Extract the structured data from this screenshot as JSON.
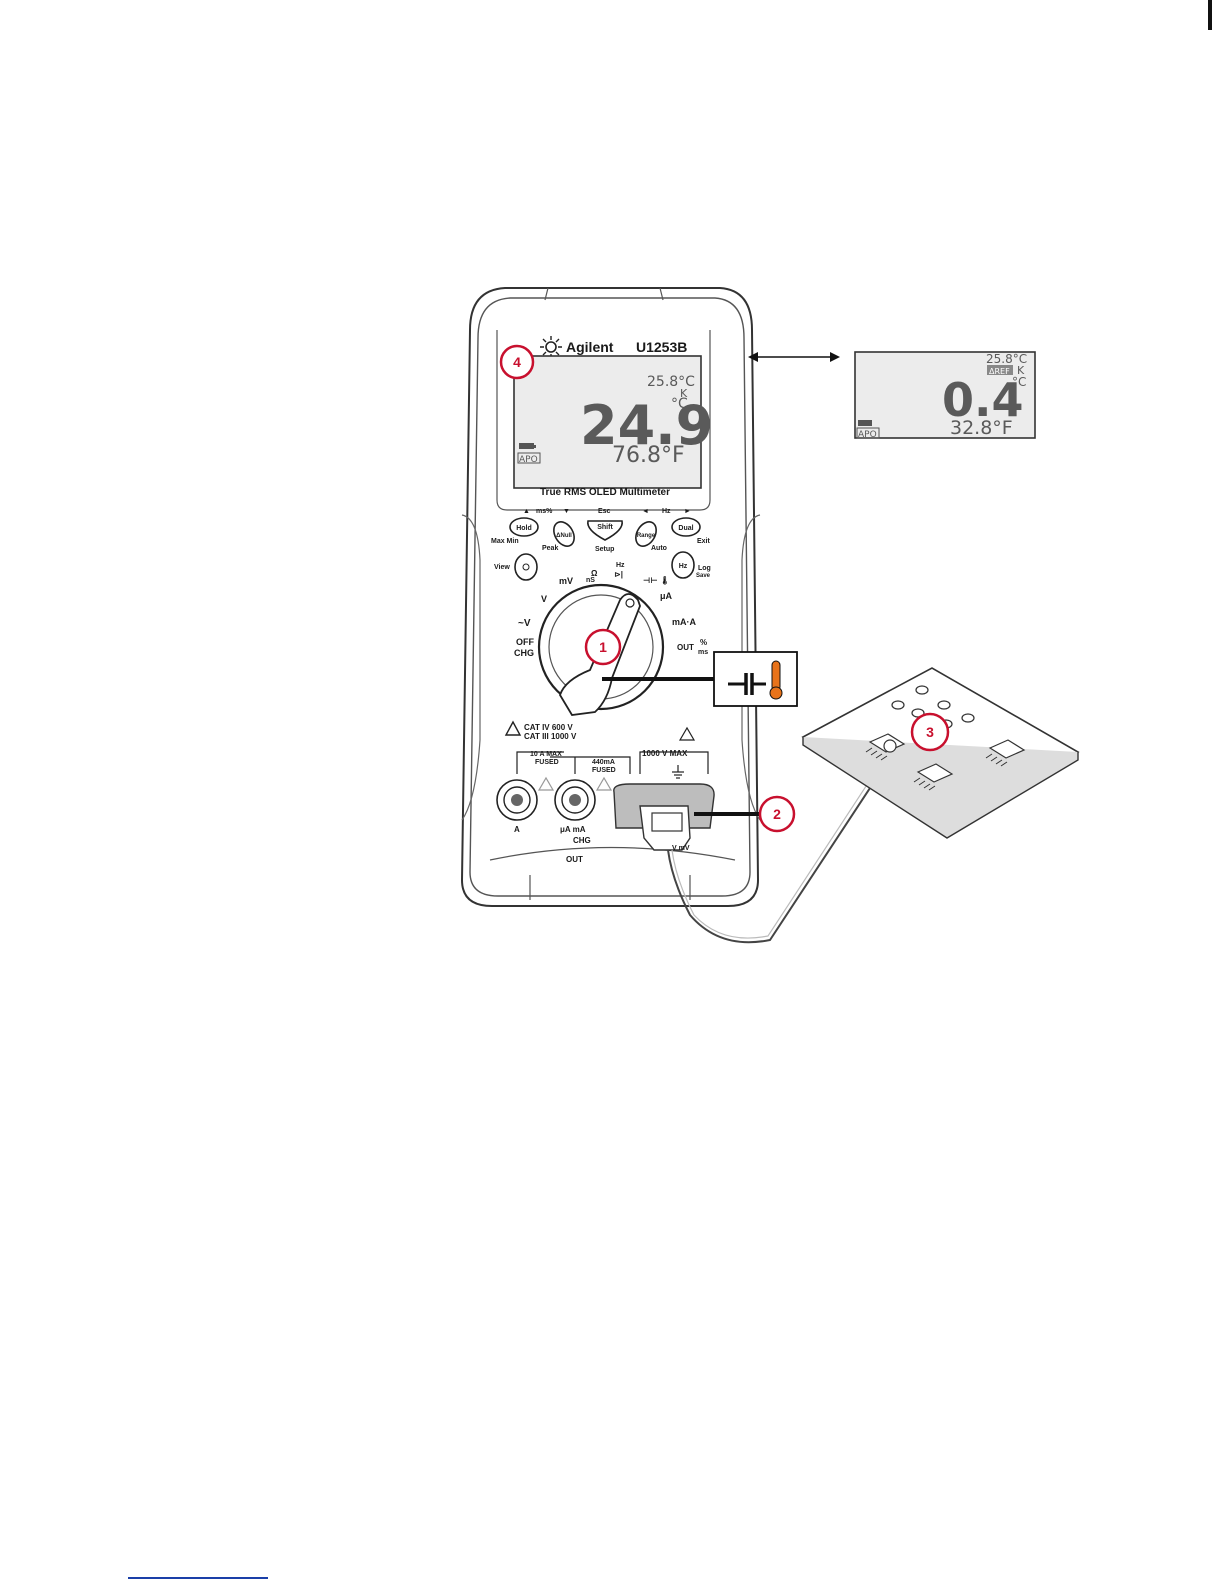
{
  "device": {
    "brand": "Agilent",
    "model": "U1253B",
    "subtitle": "True RMS OLED Multimeter"
  },
  "main_display": {
    "secondary_value": "25.8°C",
    "primary_value": "24.9",
    "primary_unit": "°C",
    "k_indicator": "K",
    "tertiary_value": "76.8°F",
    "apo": "APO"
  },
  "alt_display": {
    "secondary_value": "25.8°C",
    "tag": "ΔREF",
    "k_indicator": "K",
    "primary_value": "0.4",
    "primary_unit": "°C",
    "tertiary_value": "32.8°F",
    "apo": "APO"
  },
  "buttons": {
    "hold": "Hold",
    "null": "ΔNull",
    "shift": "Shift",
    "range": "Range",
    "dual": "Dual",
    "view": "View",
    "hz": "Hz",
    "above_hold": "▲",
    "above_ms": "ms%",
    "above_null": "▼",
    "above_shift": "Esc",
    "above_range": "◄",
    "above_hz": "Hz",
    "above_dual": "►",
    "below_hold": "Max Min",
    "below_null": "Peak",
    "below_shift": "Setup",
    "below_range": "Auto",
    "below_dual": "Exit",
    "log": "Log",
    "save": "Save"
  },
  "dial": {
    "mv": "mV",
    "ohm": "Ω",
    "ns": "nS",
    "hz_top": "Hz",
    "diode": "⊳|",
    "cap_temp": "⊣⊢ 🌡",
    "v_dc": "V",
    "v_ac": "~V",
    "ua": "μA",
    "ma_a": "mA·A",
    "off": "OFF",
    "chg": "CHG",
    "out": "OUT",
    "pct": "%",
    "ms": "ms"
  },
  "warnings": {
    "cat4": "CAT IV 600 V",
    "cat3": "CAT III 1000 V"
  },
  "terminals": {
    "a_max": "10 A MAX",
    "fused": "FUSED",
    "ma_max": "440mA",
    "fused2": "FUSED",
    "v_max": "1000 V MAX",
    "a": "A",
    "ua_ma": "μA mA",
    "chg": "CHG",
    "out": "OUT",
    "v_mv": "V mV"
  },
  "callouts": [
    "1",
    "2",
    "3",
    "4"
  ],
  "colors": {
    "callout": "#c8102e",
    "thermo": "#e8731a",
    "lcd_bg": "#e9e9e9",
    "lcd_text": "#5a5a5a"
  }
}
